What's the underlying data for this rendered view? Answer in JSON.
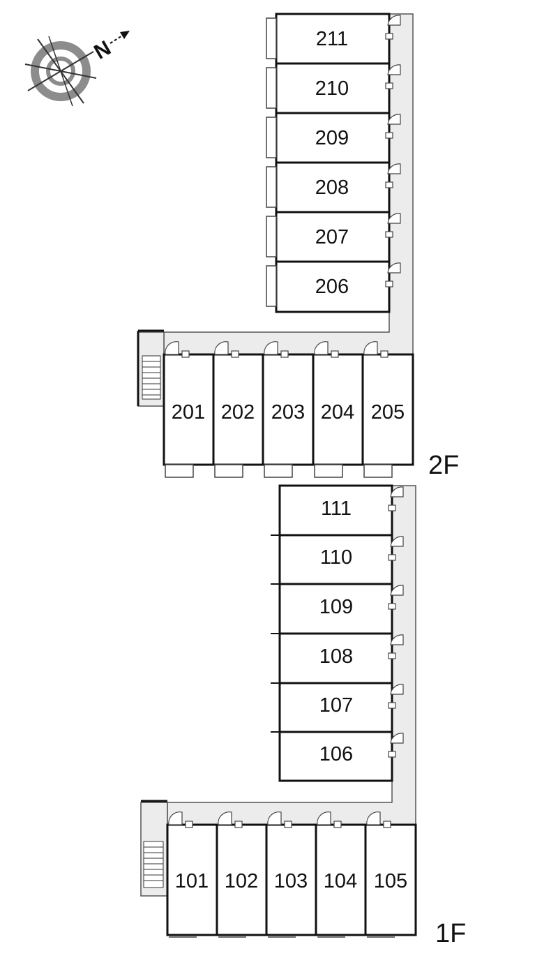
{
  "compass": {
    "label": "N"
  },
  "floors": [
    {
      "label": "2F",
      "rooms_side": [
        "211",
        "210",
        "209",
        "208",
        "207",
        "206"
      ],
      "rooms_row": [
        "201",
        "202",
        "203",
        "204",
        "205"
      ]
    },
    {
      "label": "1F",
      "rooms_side": [
        "111",
        "110",
        "109",
        "108",
        "107",
        "106"
      ],
      "rooms_row": [
        "101",
        "102",
        "103",
        "104",
        "105"
      ]
    }
  ],
  "colors": {
    "corridor": "#ececec",
    "wall": "#1a1a1a",
    "compass_ring": "#8c8c8c"
  }
}
